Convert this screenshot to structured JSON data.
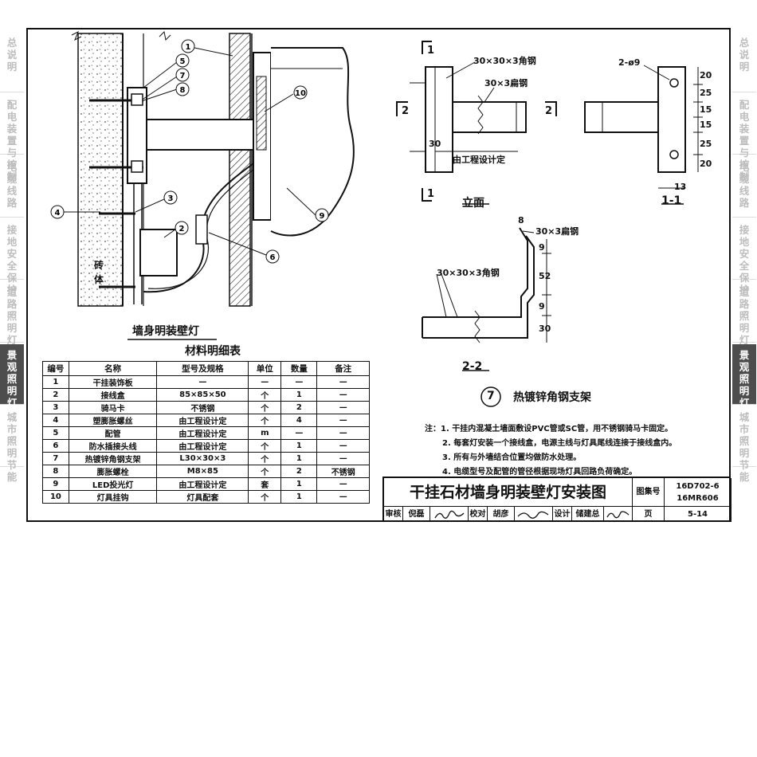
{
  "side_tabs_left": [
    {
      "label": "总说明",
      "active": false
    },
    {
      "label": "配电装置与控制",
      "active": false
    },
    {
      "label": "电缆线路",
      "active": false
    },
    {
      "label": "接地安全保护",
      "active": false
    },
    {
      "label": "道路照明灯具安装",
      "active": false
    },
    {
      "label": "景观照明灯具安装",
      "active": true
    },
    {
      "label": "城市照明节能",
      "active": false
    }
  ],
  "side_tabs_right": [
    {
      "label": "总说明",
      "active": false
    },
    {
      "label": "配电装置与控制",
      "active": false
    },
    {
      "label": "电缆线路",
      "active": false
    },
    {
      "label": "接地安全保护",
      "active": false
    },
    {
      "label": "道路照明灯具安装",
      "active": false
    },
    {
      "label": "景观照明灯具安装",
      "active": true
    },
    {
      "label": "城市照明节能",
      "active": false
    }
  ],
  "drawing": {
    "wall_caption": "墙身明装壁灯",
    "wall_text_1": "砖",
    "wall_text_2": "体",
    "callouts": [
      "①",
      "⑤",
      "⑦",
      "⑧",
      "⑩",
      "③",
      "④",
      "②",
      "⑥",
      "⑨"
    ],
    "elevation": {
      "caption": "立面",
      "angle_steel": "30×30×3角钢",
      "flat_steel": "30×3扁钢",
      "dim_30": "30",
      "by_design": "由工程设计定",
      "section_1": "1",
      "section_2": "2"
    },
    "section_1_1": {
      "caption": "1-1",
      "hole_label": "2-ø9",
      "dims": [
        "20",
        "25",
        "15",
        "15",
        "25",
        "20"
      ],
      "width": "13"
    },
    "section_2_2": {
      "caption": "2-2",
      "flat_steel": "30×3扁钢",
      "angle_steel": "30×30×3角钢",
      "dim_top": "8",
      "dims": [
        "9",
        "52",
        "9",
        "30"
      ]
    },
    "bracket_number": "7",
    "bracket_title": "热镀锌角钢支架"
  },
  "material_table": {
    "title": "材料明细表",
    "headers": [
      "编号",
      "名称",
      "型号及规格",
      "单位",
      "数量",
      "备注"
    ],
    "rows": [
      [
        "1",
        "干挂装饰板",
        "—",
        "—",
        "—",
        "—"
      ],
      [
        "2",
        "接线盒",
        "85×85×50",
        "个",
        "1",
        "—"
      ],
      [
        "3",
        "骑马卡",
        "不锈钢",
        "个",
        "2",
        "—"
      ],
      [
        "4",
        "塑膨胀螺丝",
        "由工程设计定",
        "个",
        "4",
        "—"
      ],
      [
        "5",
        "配管",
        "由工程设计定",
        "m",
        "—",
        "—"
      ],
      [
        "6",
        "防水插接头线",
        "由工程设计定",
        "个",
        "1",
        "—"
      ],
      [
        "7",
        "热镀锌角钢支架",
        "L30×30×3",
        "个",
        "1",
        "—"
      ],
      [
        "8",
        "膨胀螺栓",
        "M8×85",
        "个",
        "2",
        "不锈钢"
      ],
      [
        "9",
        "LED投光灯",
        "由工程设计定",
        "套",
        "1",
        "—"
      ],
      [
        "10",
        "灯具挂钩",
        "灯具配套",
        "个",
        "1",
        "—"
      ]
    ]
  },
  "notes": {
    "lines": [
      "注：1. 干挂内混凝土墙面敷设PVC管或SC管，用不锈钢骑马卡固定。",
      "2. 每套灯安装一个接线盒，电源主线与灯具尾线连接于接线盒内。",
      "3. 所有与外墙结合位置均做防水处理。",
      "4. 电缆型号及配管的管径根据现场灯具回路负荷确定。"
    ]
  },
  "title_block": {
    "title": "干挂石材墙身明装壁灯安装图",
    "atlas_label": "图集号",
    "atlas_no_1": "16D702-6",
    "atlas_no_2": "16MR606",
    "review_label": "审核",
    "reviewer": "倪磊",
    "check_label": "校对",
    "checker": "胡彦",
    "design_label": "设计",
    "designer": "储建总",
    "page_label": "页",
    "page_no": "5-14"
  }
}
